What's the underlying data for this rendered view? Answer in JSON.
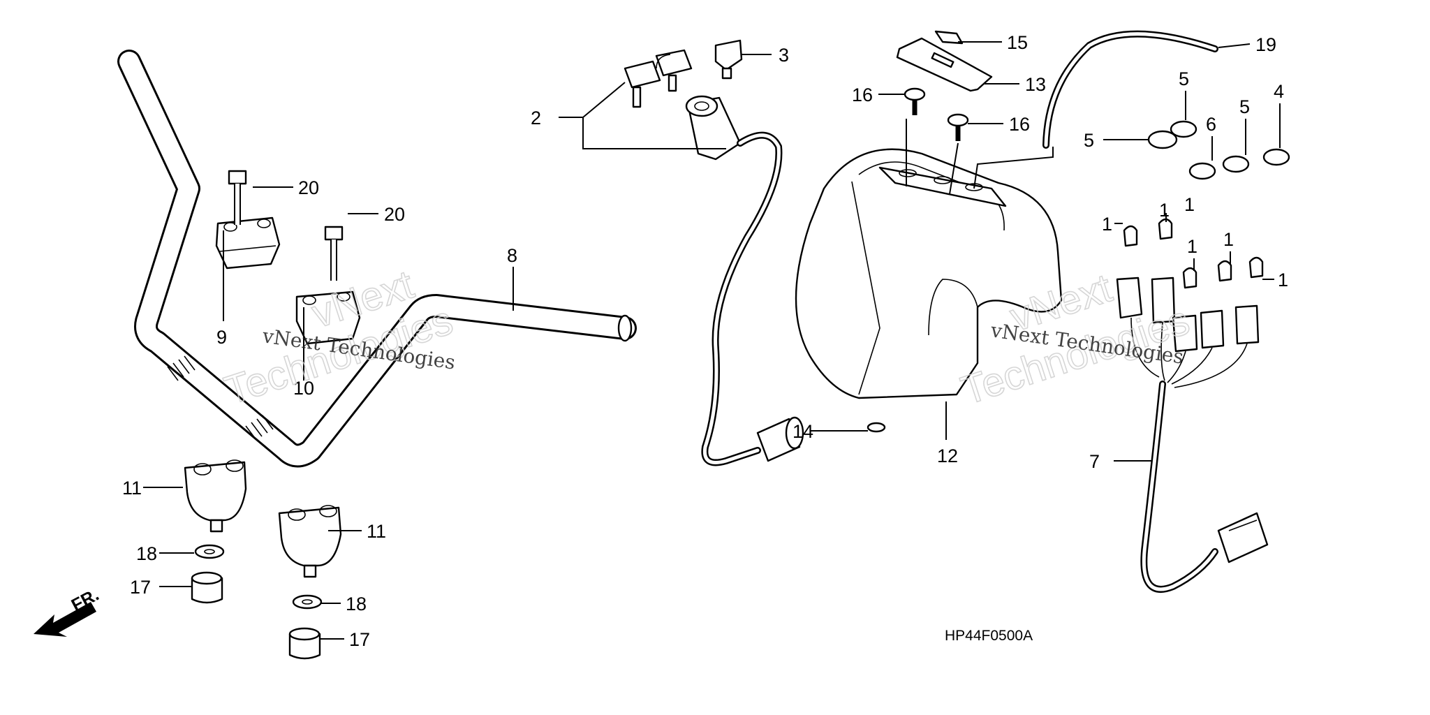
{
  "diagram": {
    "code": "HP44F0500A",
    "front_marker": "FR.",
    "watermark": {
      "line1": "vNext Technologies",
      "outline_top": "vNext",
      "outline_bottom": "Technologies"
    },
    "callouts": {
      "c1a": "1",
      "c1b": "1",
      "c1c": "1",
      "c1d": "1",
      "c1e": "1",
      "c2": "2",
      "c3": "3",
      "c4": "4",
      "c5a": "5",
      "c5b": "5",
      "c5c": "5",
      "c6": "6",
      "c7": "7",
      "c8": "8",
      "c9": "9",
      "c10": "10",
      "c11a": "11",
      "c11b": "11",
      "c12": "12",
      "c13": "13",
      "c14": "14",
      "c15": "15",
      "c16a": "16",
      "c16b": "16",
      "c17a": "17",
      "c17b": "17",
      "c18a": "18",
      "c18b": "18",
      "c19": "19",
      "c20a": "20",
      "c20b": "20"
    }
  }
}
